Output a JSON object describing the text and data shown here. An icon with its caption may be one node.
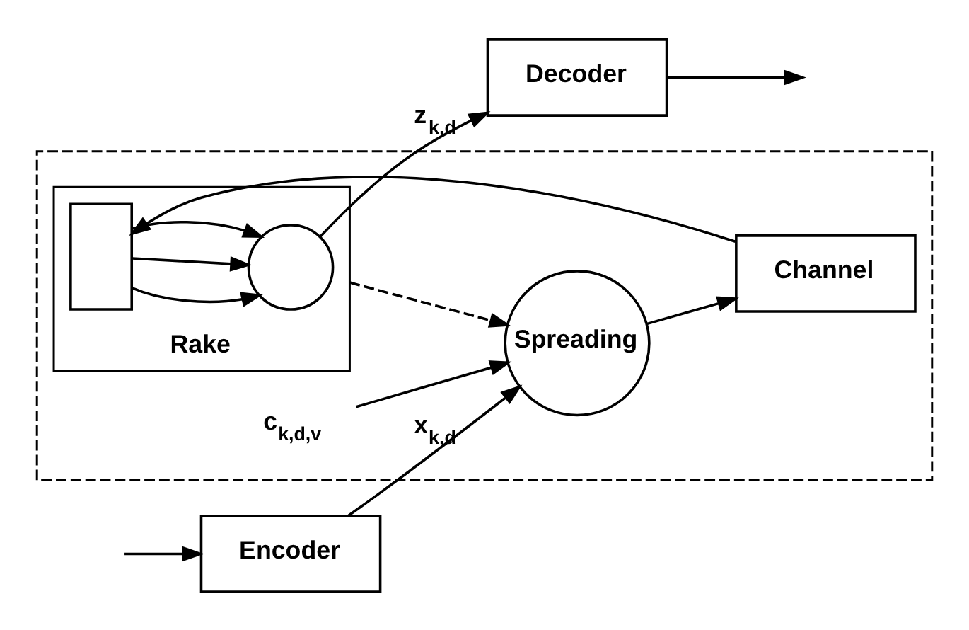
{
  "diagram": {
    "nodes": [
      {
        "text": [],
        "shape": "box"
      },
      {
        "text": [
          "Encoder"
        ]
      },
      {
        "text": [
          "Spreading"
        ],
        "in": 0
      },
      {
        "text": [
          "Channel"
        ],
        "in": 0
      },
      {
        "text": [
          "Rake"
        ],
        "in": 0
      },
      {
        "text": [],
        "shape": "circle",
        "in": 4
      },
      {
        "text": [],
        "shape": "box",
        "in": 4
      },
      {
        "text": [
          "Decoder"
        ]
      },
      {
        "text": [
          "c$_{k,d,v}$"
        ],
        "in": 0
      }
    ],
    "edges": [
      {
        "from": null,
        "to": 1,
        "arrow": "to"
      },
      {
        "from": 1,
        "to": 2,
        "arrow": "to",
        "label": "x$_{k,d}$"
      },
      {
        "from": 2,
        "to": 3,
        "arrow": "to"
      },
      {
        "from": 3,
        "to": 6,
        "arrow": "to"
      },
      {
        "from": 6,
        "to": 5,
        "arrow": "to"
      },
      {
        "from": 6,
        "to": 5,
        "arrow": "to"
      },
      {
        "from": 6,
        "to": 5,
        "arrow": "to"
      },
      {
        "from": 5,
        "to": 7,
        "arrow": "to",
        "label": "z$_{k,d}$"
      },
      {
        "from": 7,
        "to": null,
        "arrow": "to"
      },
      {
        "from": 8,
        "to": 2,
        "arrow": "to"
      },
      {
        "from": 4,
        "to": 2,
        "arrow": "to",
        "style": "dashed"
      }
    ]
  }
}
